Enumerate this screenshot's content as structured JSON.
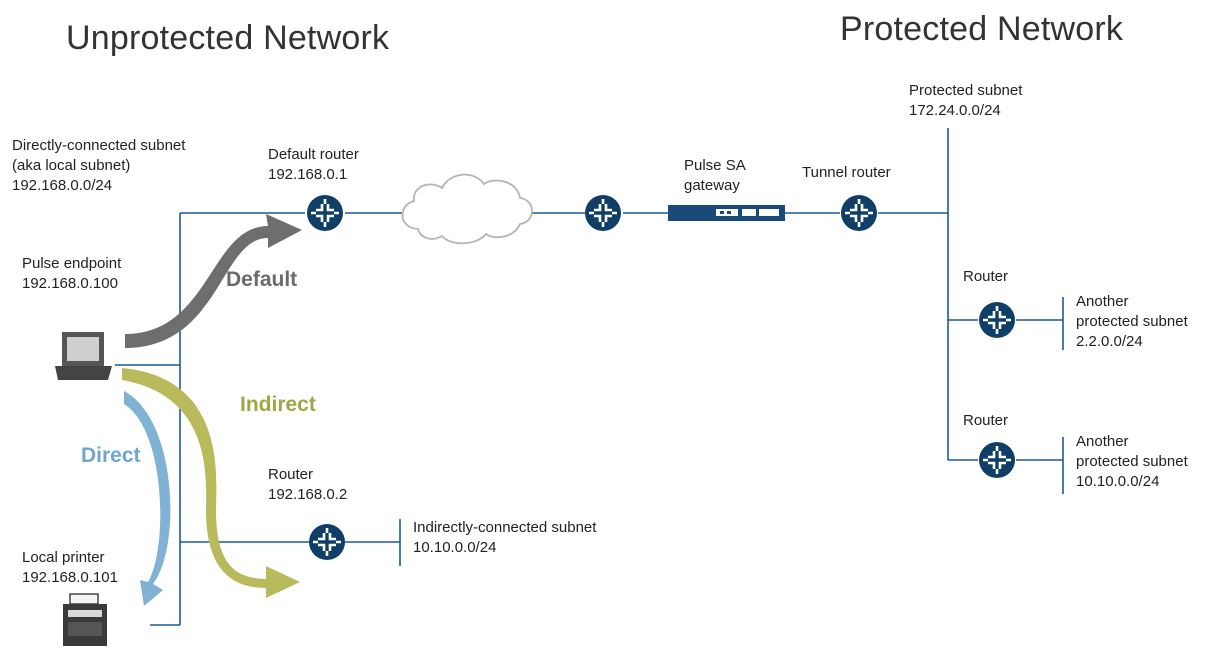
{
  "titles": {
    "unprotected": "Unprotected Network",
    "protected": "Protected Network"
  },
  "labels": {
    "direct_subnet_l1": "Directly-connected subnet",
    "direct_subnet_l2": "(aka local subnet)",
    "direct_subnet_l3": "192.168.0.0/24",
    "default_router_l1": "Default router",
    "default_router_l2": "192.168.0.1",
    "pulse_sa_l1": "Pulse SA",
    "pulse_sa_l2": "gateway",
    "tunnel_router": "Tunnel router",
    "protected_subnet_l1": "Protected subnet",
    "protected_subnet_l2": "172.24.0.0/24",
    "endpoint_l1": "Pulse endpoint",
    "endpoint_l2": "192.168.0.100",
    "router_a": "Router",
    "another_a_l1": "Another",
    "another_a_l2": "protected subnet",
    "another_a_l3": "2.2.0.0/24",
    "router_b": "Router",
    "another_b_l1": "Another",
    "another_b_l2": "protected subnet",
    "another_b_l3": "10.10.0.0/24",
    "router_c_l1": "Router",
    "router_c_l2": "192.168.0.2",
    "indirect_subnet_l1": "Indirectly-connected subnet",
    "indirect_subnet_l2": "10.10.0.0/24",
    "printer_l1": "Local printer",
    "printer_l2": "192.168.0.101"
  },
  "flows": {
    "default": "Default",
    "indirect": "Indirect",
    "direct": "Direct"
  },
  "colors": {
    "line": "#1a5a96",
    "router": "#0f3e68",
    "default_arrow": "#6e6e6e",
    "indirect_arrow": "#b8ba5c",
    "direct_arrow": "#7fb2d3"
  },
  "icons": [
    "router-icon",
    "cloud-icon",
    "laptop-icon",
    "printer-icon",
    "gateway-appliance-icon"
  ]
}
